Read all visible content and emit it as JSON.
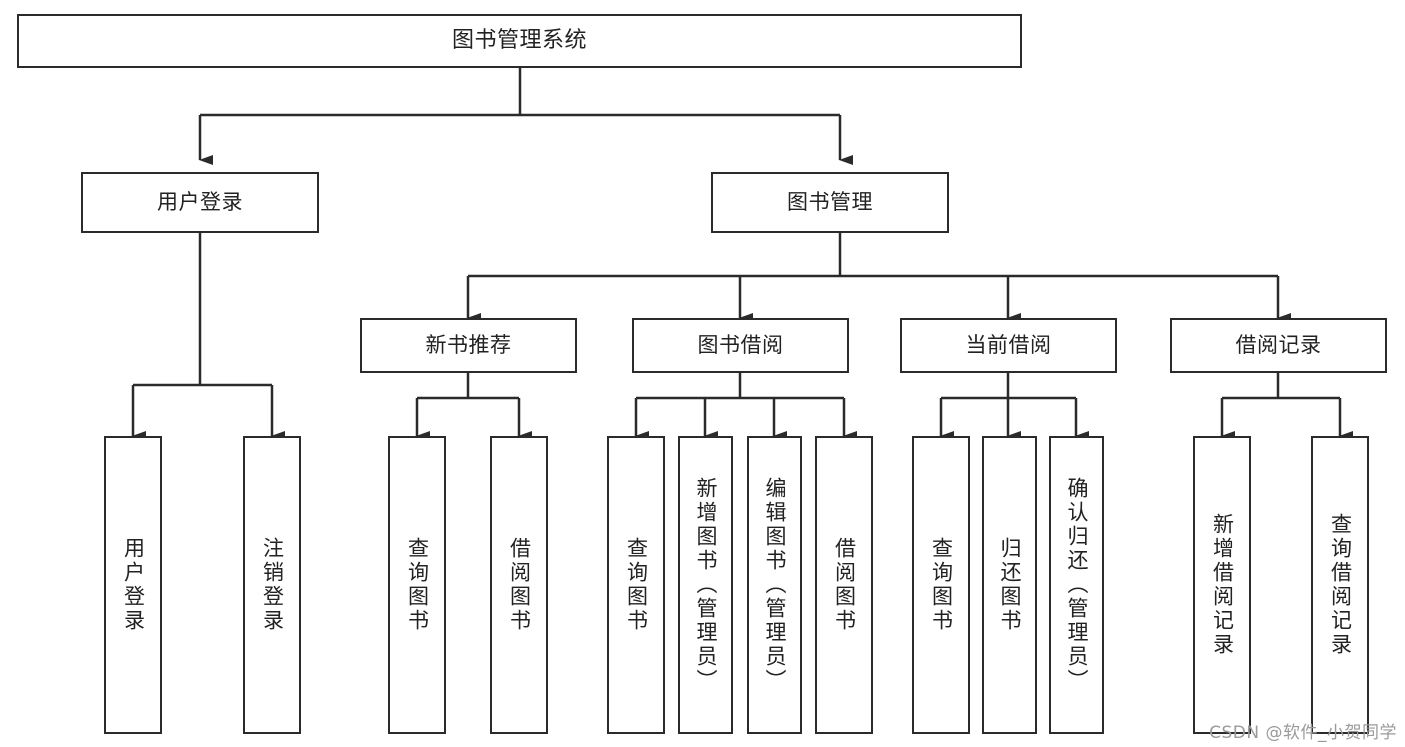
{
  "diagram": {
    "title": "图书管理系统",
    "type": "tree-hierarchy",
    "background_color": "#ffffff",
    "line_color": "#2b2b2b",
    "text_color": "#222222"
  },
  "nodes": {
    "root": {
      "label": "图书管理系统"
    },
    "tier2": [
      {
        "label": "用户登录"
      },
      {
        "label": "图书管理"
      }
    ],
    "tier3": [
      {
        "label": "新书推荐"
      },
      {
        "label": "图书借阅"
      },
      {
        "label": "当前借阅"
      },
      {
        "label": "借阅记录"
      }
    ],
    "leaves": {
      "user_login": [
        {
          "label": "用户登录"
        },
        {
          "label": "注销登录"
        }
      ],
      "new_book_recommend": [
        {
          "label": "查询图书"
        },
        {
          "label": "借阅图书"
        }
      ],
      "book_borrow": [
        {
          "label": "查询图书"
        },
        {
          "label": "新增图书（管理员）"
        },
        {
          "label": "编辑图书（管理员）"
        },
        {
          "label": "借阅图书"
        }
      ],
      "current_borrow": [
        {
          "label": "查询图书"
        },
        {
          "label": "归还图书"
        },
        {
          "label": "确认归还（管理员）"
        }
      ],
      "borrow_record": [
        {
          "label": "新增借阅记录"
        },
        {
          "label": "查询借阅记录"
        }
      ]
    }
  },
  "watermark": {
    "text": "CSDN @软件_小贺同学"
  },
  "chart_data": {
    "type": "diagram-tree",
    "title": "图书管理系统",
    "root": "图书管理系统",
    "edges": [
      {
        "from": "图书管理系统",
        "to": "用户登录"
      },
      {
        "from": "图书管理系统",
        "to": "图书管理"
      },
      {
        "from": "用户登录",
        "to": "用户登录"
      },
      {
        "from": "用户登录",
        "to": "注销登录"
      },
      {
        "from": "图书管理",
        "to": "新书推荐"
      },
      {
        "from": "图书管理",
        "to": "图书借阅"
      },
      {
        "from": "图书管理",
        "to": "当前借阅"
      },
      {
        "from": "图书管理",
        "to": "借阅记录"
      },
      {
        "from": "新书推荐",
        "to": "查询图书"
      },
      {
        "from": "新书推荐",
        "to": "借阅图书"
      },
      {
        "from": "图书借阅",
        "to": "查询图书"
      },
      {
        "from": "图书借阅",
        "to": "新增图书（管理员）"
      },
      {
        "from": "图书借阅",
        "to": "编辑图书（管理员）"
      },
      {
        "from": "图书借阅",
        "to": "借阅图书"
      },
      {
        "from": "当前借阅",
        "to": "查询图书"
      },
      {
        "from": "当前借阅",
        "to": "归还图书"
      },
      {
        "from": "当前借阅",
        "to": "确认归还（管理员）"
      },
      {
        "from": "借阅记录",
        "to": "新增借阅记录"
      },
      {
        "from": "借阅记录",
        "to": "查询借阅记录"
      }
    ]
  }
}
